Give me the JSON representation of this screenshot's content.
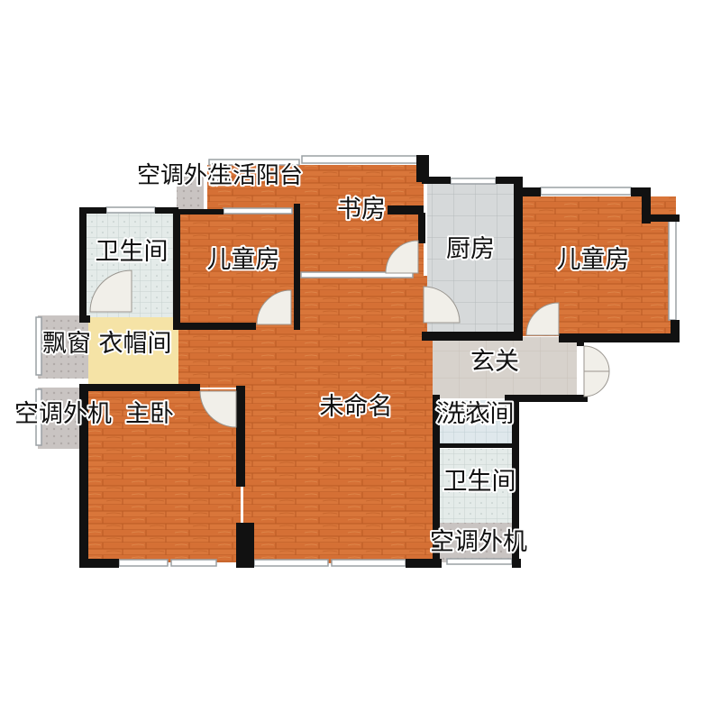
{
  "floorplan": {
    "colors": {
      "wood": "#d9763a",
      "wood_grain": "#b95a24",
      "tile_light": "#e4ebe9",
      "tile_gray": "#cfd3d4",
      "tile_blue": "#dfe8ec",
      "hall_floor": "#d7d2cc",
      "hat_room": "#f5e3a6",
      "balcony_deck": "#c9c4c2",
      "wall": "#111111",
      "window_frame": "#9aa0a4",
      "door_swing": "#f1efe9"
    },
    "labels": {
      "ac_balcony": "空调外机",
      "living_balcony": "生活阳台",
      "study": "书房",
      "kitchen": "厨房",
      "kids_room_east": "儿童房",
      "kids_room_mid": "儿童房",
      "bathroom_west": "卫生间",
      "bay_window": "飘窗",
      "hat_room": "衣帽间",
      "entrance": "玄关",
      "ac_west": "空调外机",
      "master_bedroom": "主卧",
      "unnamed": "未命名",
      "laundry": "洗漱间",
      "laundry_overlap": "洗衣间",
      "bathroom_east": "卫生间",
      "ac_east": "空调外机"
    }
  }
}
